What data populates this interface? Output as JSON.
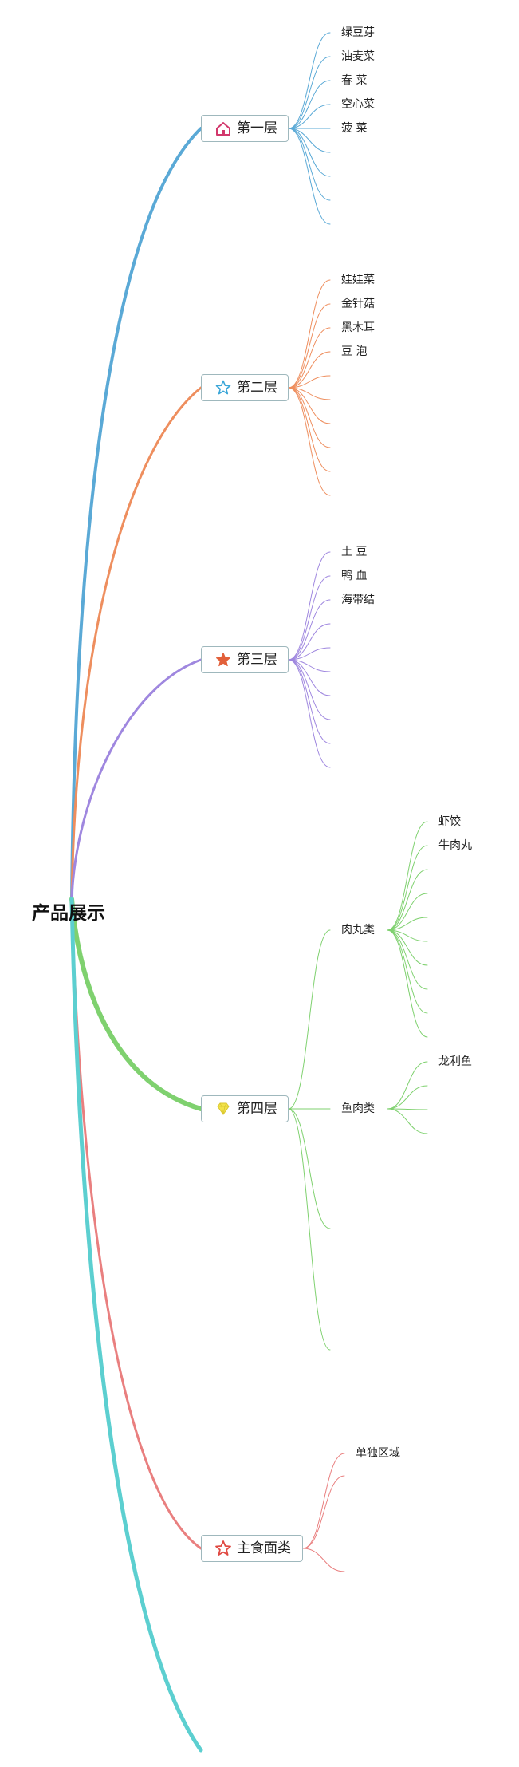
{
  "root": {
    "label": "产品展示"
  },
  "branches": [
    {
      "label": "第一层",
      "color": "#5aa9d6",
      "icon": "home-icon",
      "icon_color": "#d2386c",
      "children": [
        "绿豆芽",
        "油麦菜",
        "春 菜",
        "空心菜",
        "菠 菜",
        "",
        "",
        "",
        ""
      ]
    },
    {
      "label": "第二层",
      "color": "#ee8e5e",
      "icon": "star-outline-icon",
      "icon_color": "#3aa6d8",
      "children": [
        "娃娃菜",
        "金针菇",
        "黑木耳",
        "豆 泡",
        "",
        "",
        "",
        "",
        "",
        ""
      ]
    },
    {
      "label": "第三层",
      "color": "#9f87df",
      "icon": "star-filled-icon",
      "icon_color": "#e2603a",
      "children": [
        "土 豆",
        "鸭 血",
        "海带结",
        "",
        "",
        "",
        "",
        "",
        "",
        ""
      ]
    },
    {
      "label": "第四层",
      "color": "#7fd16f",
      "icon": "diamond-icon",
      "icon_color": "#f2e24a",
      "children": [
        {
          "label": "肉丸类",
          "children": [
            "虾饺",
            "牛肉丸",
            "",
            "",
            "",
            "",
            "",
            "",
            "",
            ""
          ]
        },
        {
          "label": "鱼肉类",
          "children": [
            "龙利鱼",
            "",
            "",
            ""
          ]
        },
        {
          "label": "",
          "children": []
        },
        {
          "label": "",
          "children": []
        }
      ]
    },
    {
      "label": "主食面类",
      "color": "#e97f7f",
      "icon": "star-outline-icon",
      "icon_color": "#e04a43",
      "children": [
        "单独区域",
        "",
        ""
      ]
    },
    {
      "label": "",
      "color": "#5ccfd0",
      "children": []
    }
  ]
}
